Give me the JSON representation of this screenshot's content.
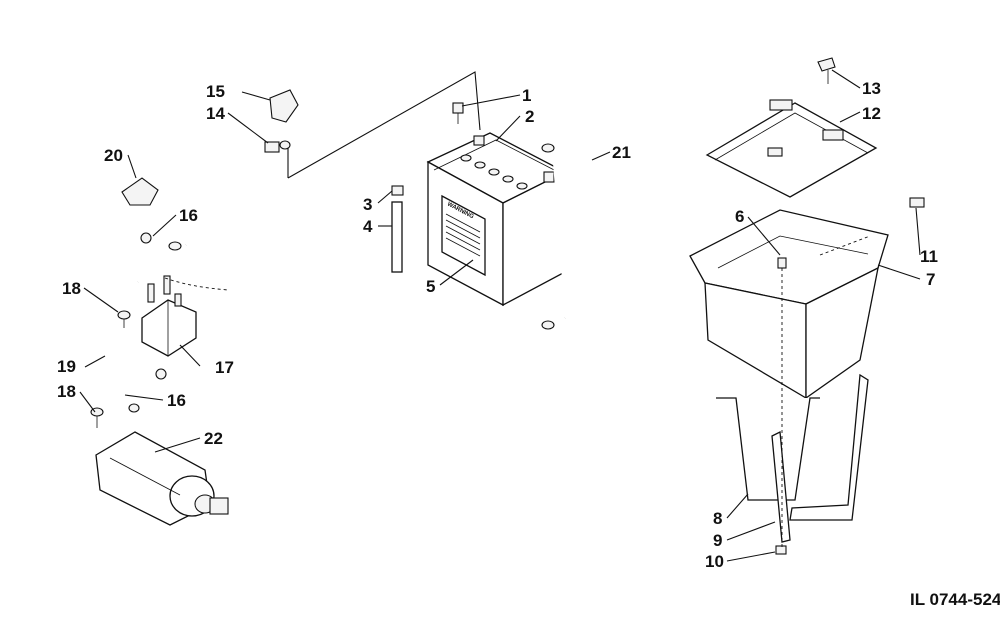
{
  "diagram": {
    "illustration_id": "IL 0744-524",
    "warning_text": "WARNING",
    "callouts": [
      "1",
      "2",
      "3",
      "4",
      "5",
      "6",
      "7",
      "8",
      "9",
      "10",
      "11",
      "12",
      "13",
      "14",
      "15",
      "16",
      "16",
      "17",
      "18",
      "18",
      "19",
      "20",
      "21",
      "22"
    ]
  }
}
